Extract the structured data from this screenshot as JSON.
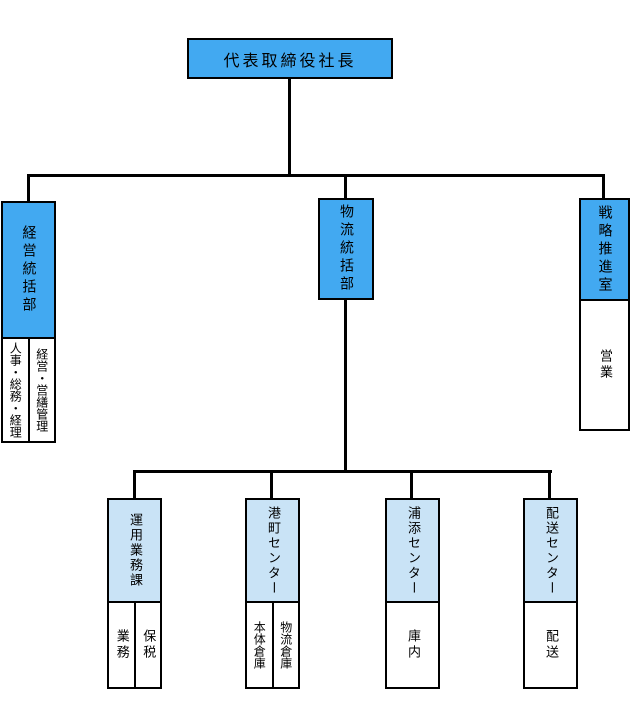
{
  "colors": {
    "primary_blue": "#42a9f1",
    "light_blue": "#c9e3f6",
    "line": "#000000",
    "text": "#000000",
    "background": "#ffffff"
  },
  "root": {
    "label": "代表取締役社長"
  },
  "branches": [
    {
      "title": "経営統括部",
      "children": [
        "人事・総務・経理",
        "経営・営繕管理"
      ]
    },
    {
      "title": "物流統括部",
      "children": []
    },
    {
      "title": "戦略推進室",
      "children": [
        "営業"
      ]
    }
  ],
  "centers": [
    {
      "title": "運用業務課",
      "children": [
        "業務",
        "保税"
      ]
    },
    {
      "title": "港町センター",
      "children": [
        "本体倉庫",
        "物流倉庫"
      ]
    },
    {
      "title": "浦添センター",
      "children": [
        "庫内"
      ]
    },
    {
      "title": "配送センター",
      "children": [
        "配送"
      ]
    }
  ]
}
